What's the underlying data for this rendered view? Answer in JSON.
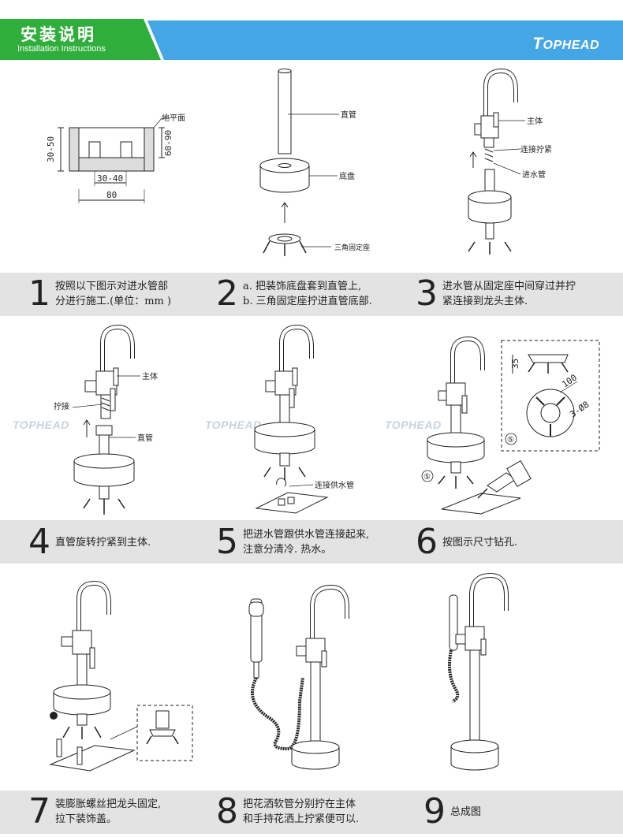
{
  "header": {
    "title": "安装说明",
    "subtitle": "Installation Instructions",
    "brand": "TOPHEAD",
    "brand_first": "T",
    "brand_rest": "OPHEAD",
    "colors": {
      "green": "#2fae3c",
      "blue": "#45a6e6"
    }
  },
  "steps": [
    {
      "num": "1",
      "lines": [
        "按照以下图示对进水管部",
        "分进行施工.(单位：mm )"
      ]
    },
    {
      "num": "2",
      "lines": [
        "a. 把装饰底盘套到直管上,",
        "b. 三角固定座拧进直管底部."
      ]
    },
    {
      "num": "3",
      "lines": [
        "进水管从固定座中间穿过并拧",
        "紧连接到龙头主体."
      ]
    },
    {
      "num": "4",
      "lines": [
        "直管旋转拧紧到主体."
      ]
    },
    {
      "num": "5",
      "lines": [
        "把进水管跟供水管连接起来,",
        "注意分清冷. 热水。"
      ]
    },
    {
      "num": "6",
      "lines": [
        "按图示尺寸钻孔."
      ]
    },
    {
      "num": "7",
      "lines": [
        "装膨胀螺丝把龙头固定,",
        "拉下装饰盖。"
      ]
    },
    {
      "num": "8",
      "lines": [
        "把花洒软管分别拧在主体",
        "和手持花洒上拧紧便可以."
      ]
    },
    {
      "num": "9",
      "lines": [
        "总成图"
      ]
    }
  ],
  "figures": {
    "fig1": {
      "floor_label": "地平面",
      "dim_30_50": "30-50",
      "dim_60_90": "60-90",
      "dim_30_40": "30-40",
      "dim_80": "80"
    },
    "fig2": {
      "pipe_label": "直管",
      "base_label": "底盘",
      "tripod_label": "三角固定座"
    },
    "fig3": {
      "body_label": "主体",
      "connect_label": "连接拧紧",
      "inlet_label": "进水管"
    },
    "fig4": {
      "body_label": "主体",
      "screw_label": "拧接",
      "pipe_label": "直管"
    },
    "fig5": {
      "supply_label": "连接供水管"
    },
    "fig6": {
      "dim_35": "35",
      "dim_100": "100",
      "dim_hole": "3-Ø8",
      "marker": "⑤"
    }
  }
}
